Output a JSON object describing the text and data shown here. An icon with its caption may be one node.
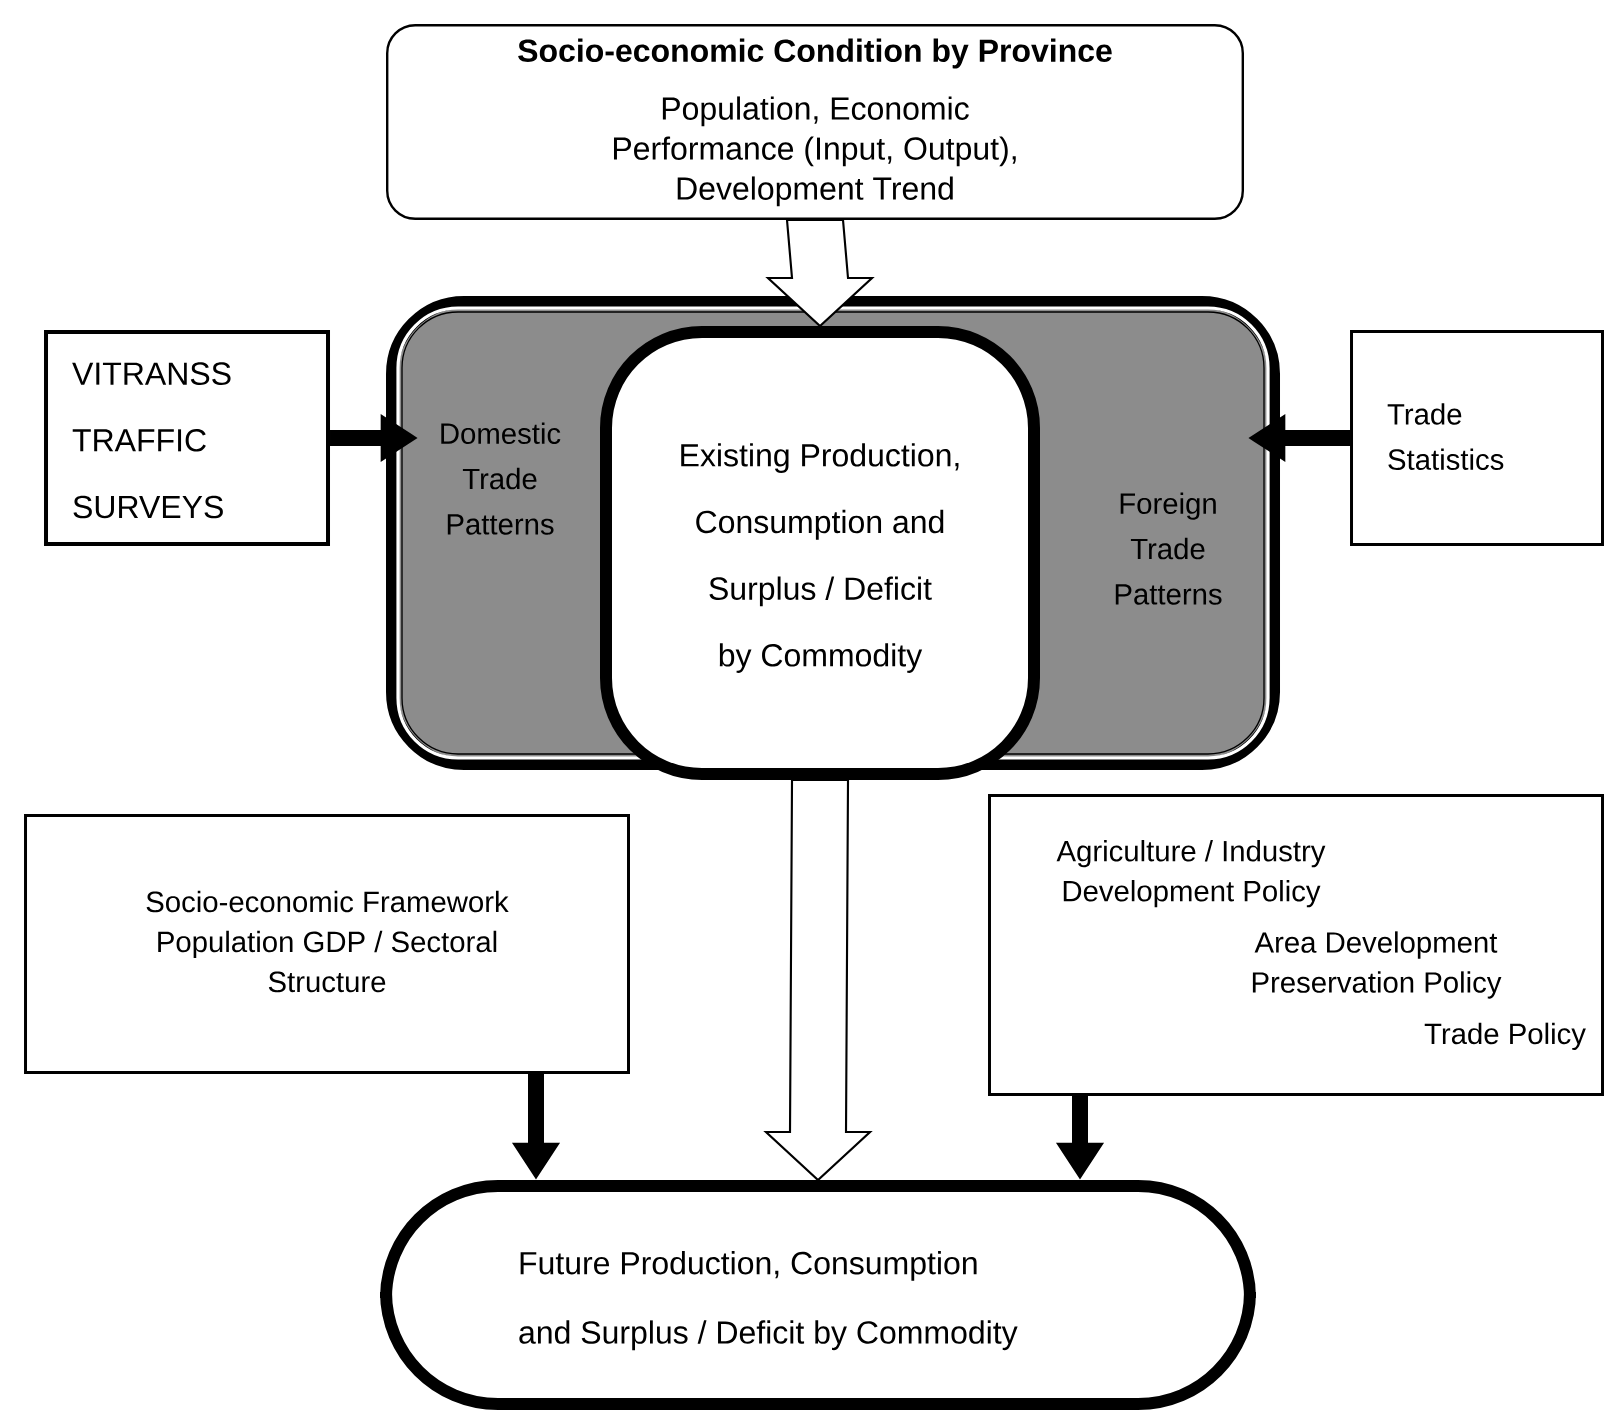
{
  "diagram": {
    "nodes": [
      {
        "text": [
          "Socio-economic Condition by Province",
          "Population, Economic Performance (Input, Output), Development Trend"
        ]
      },
      {
        "text": [
          "Domestic Trade Patterns",
          "Foreign Trade Patterns"
        ]
      },
      {
        "text": [
          "Existing Production, Consumption and Surplus / Deficit by Commodity"
        ],
        "in": 1
      },
      {
        "text": [
          "VITRANSS TRAFFIC SURVEYS"
        ]
      },
      {
        "text": [
          "Trade Statistics"
        ]
      },
      {
        "text": [
          "Socio-economic Framework Population GDP / Sectoral Structure"
        ]
      },
      {
        "text": [
          "Agriculture / Industry Development Policy",
          "Area Development Preservation Policy",
          "Trade Policy"
        ]
      },
      {
        "text": [
          "Future Production, Consumption and Surplus / Deficit by Commodity"
        ]
      }
    ],
    "edges": [
      {
        "from": 0,
        "to": 2,
        "arrow": "to",
        "color": "#ffffff"
      },
      {
        "from": 3,
        "to": 1,
        "arrow": "to"
      },
      {
        "from": 4,
        "to": 1,
        "arrow": "to"
      },
      {
        "from": 2,
        "to": 7,
        "arrow": "to",
        "color": "#ffffff"
      },
      {
        "from": 5,
        "to": 7,
        "arrow": "to"
      },
      {
        "from": 6,
        "to": 7,
        "arrow": "to"
      }
    ]
  }
}
